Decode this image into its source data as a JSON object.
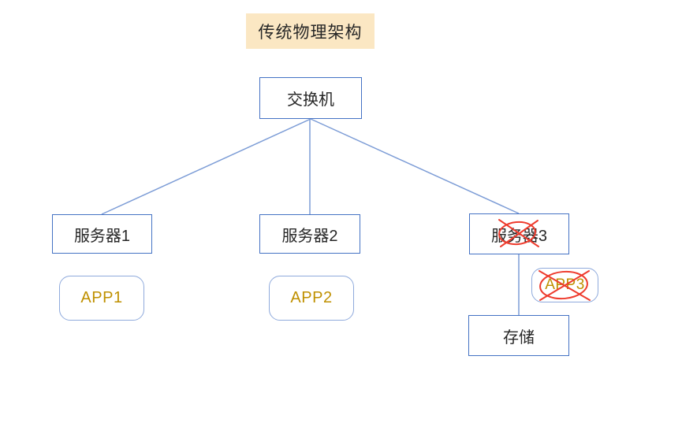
{
  "diagram": {
    "title": {
      "text": "传统物理架构"
    },
    "colors": {
      "title_bg": "#FBE7C3",
      "box_border": "#4472C4",
      "app_border": "#8FAADC",
      "connector": "#7C9CD6",
      "annotation_red": "#EE3B2D",
      "app_text": "#BF9000",
      "node_text": "#262626"
    },
    "nodes": {
      "switch": {
        "label": "交换机"
      },
      "server1": {
        "label": "服务器1"
      },
      "server2": {
        "label": "服务器2"
      },
      "server3": {
        "label": "服务器3",
        "crossed_out": true
      },
      "app1": {
        "label": "APP1"
      },
      "app2": {
        "label": "APP2"
      },
      "app3": {
        "label": "APP3",
        "crossed_out": true
      },
      "storage": {
        "label": "存储"
      }
    },
    "edges": [
      {
        "from": "switch",
        "to": "server1"
      },
      {
        "from": "switch",
        "to": "server2"
      },
      {
        "from": "switch",
        "to": "server3"
      },
      {
        "from": "server3",
        "to": "storage"
      }
    ],
    "annotations": [
      {
        "target": "server3",
        "type": "red-cross-out"
      },
      {
        "target": "app3",
        "type": "red-cross-out"
      }
    ]
  }
}
